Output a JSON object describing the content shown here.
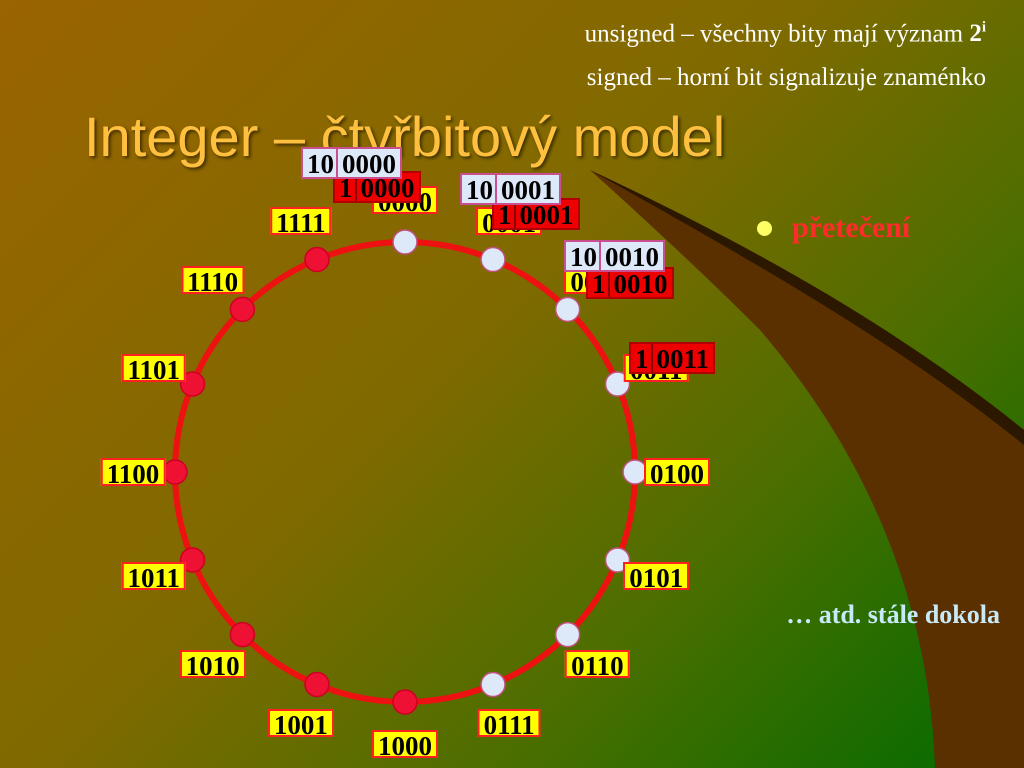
{
  "header": {
    "line1_text": "unsigned – všechny bity mají význam ",
    "line1_base": "2",
    "line1_exp": "i",
    "line2": "signed – horní bit signalizuje znaménko"
  },
  "title": "Integer – čtyřbitový model",
  "bullet": "přetečení",
  "footnote": "… atd. stále dokola",
  "colors": {
    "ring": "#ee1111",
    "dot_signed": "#ee1133",
    "dot_unsigned": "#dde8f8",
    "label_bg": "#ffff00",
    "overflow_red": "#ee0000",
    "overflow_blue": "#dde8f8"
  },
  "ring_labels": [
    "0000",
    "0001",
    "0010",
    "0011",
    "0100",
    "0101",
    "0110",
    "0111",
    "1000",
    "1001",
    "1010",
    "1011",
    "1100",
    "1101",
    "1110",
    "1111"
  ],
  "overflow": {
    "blue": [
      {
        "prefix": "10",
        "bits": "0000"
      },
      {
        "prefix": "10",
        "bits": "0001"
      },
      {
        "prefix": "10",
        "bits": "0010"
      }
    ],
    "red": [
      {
        "prefix": "1",
        "bits": "0000"
      },
      {
        "prefix": "1",
        "bits": "0001"
      },
      {
        "prefix": "1",
        "bits": "0010"
      },
      {
        "prefix": "1",
        "bits": "0011"
      }
    ]
  }
}
